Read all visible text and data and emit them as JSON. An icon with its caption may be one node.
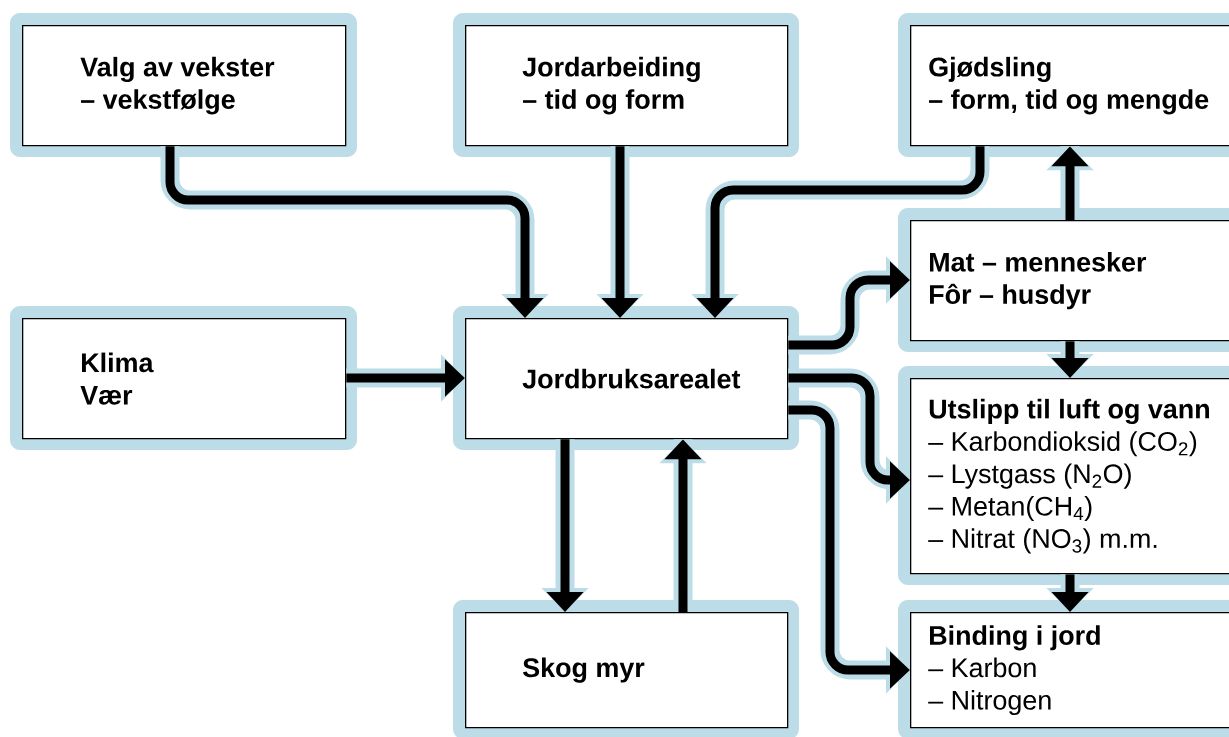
{
  "diagram": {
    "nodes": [
      {
        "text": [
          "Valg av vekster",
          "– vekstfølge"
        ]
      },
      {
        "text": [
          "Jordarbeiding",
          "– tid og form"
        ]
      },
      {
        "text": [
          "Gjødsling",
          "– form, tid og mengde"
        ]
      },
      {
        "text": [
          "Klima",
          "Vær"
        ]
      },
      {
        "text": [
          "Jordbruksarealet"
        ]
      },
      {
        "text": [
          "Mat – mennesker",
          "Fôr – husdyr"
        ]
      },
      {
        "text": [
          "Utslipp til luft og vann",
          "– Karbondioksid (CO$_{2}$)",
          "– Lystgass (N$_{2}$O)",
          "– Metan(CH$_{4}$)",
          "– Nitrat (NO$_{3}$) m.m."
        ]
      },
      {
        "text": [
          "Binding i jord",
          "– Karbon",
          "– Nitrogen"
        ]
      },
      {
        "text": [
          "Skog myr"
        ]
      }
    ],
    "edges": [
      {
        "from": 0,
        "to": 4,
        "arrow": "to"
      },
      {
        "from": 1,
        "to": 4,
        "arrow": "to"
      },
      {
        "from": 2,
        "to": 4,
        "arrow": "to"
      },
      {
        "from": 3,
        "to": 4,
        "arrow": "to"
      },
      {
        "from": 4,
        "to": 5,
        "arrow": "to"
      },
      {
        "from": 4,
        "to": 6,
        "arrow": "to"
      },
      {
        "from": 4,
        "to": 7,
        "arrow": "to"
      },
      {
        "from": 5,
        "to": 2,
        "arrow": "to"
      },
      {
        "from": 5,
        "to": 6,
        "arrow": "to"
      },
      {
        "from": 6,
        "to": 7,
        "arrow": "to"
      },
      {
        "from": 4,
        "to": 8,
        "arrow": "to"
      },
      {
        "from": 8,
        "to": 4,
        "arrow": "to"
      }
    ]
  }
}
